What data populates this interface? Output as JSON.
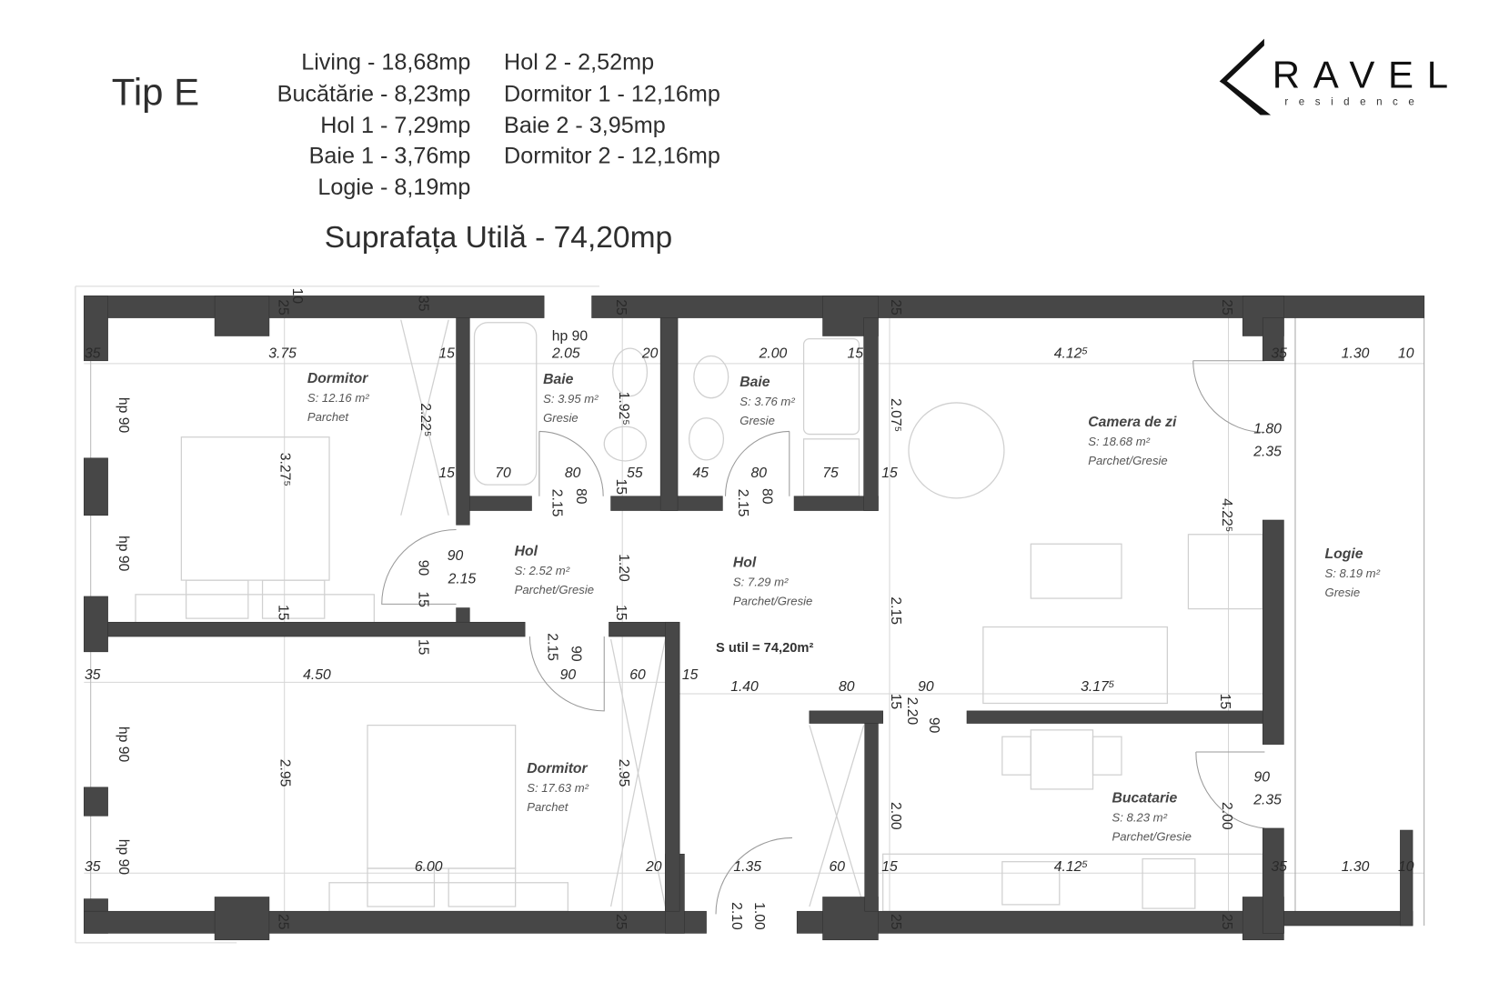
{
  "header": {
    "type_label": "Tip E",
    "areas_left": [
      "Living - 18,68mp",
      "Bucătărie - 8,23mp",
      "Hol 1 - 7,29mp",
      "Baie 1 - 3,76mp",
      "Logie - 8,19mp"
    ],
    "areas_right": [
      "Hol 2 - 2,52mp",
      "Dormitor 1 - 12,16mp",
      "Baie 2 - 3,95mp",
      "Dormitor 2 - 12,16mp"
    ],
    "total": "Suprafața Utilă - 74,20mp"
  },
  "logo": {
    "brand": "RAVEL",
    "tagline": "residence",
    "letter_shape": "chevron-left"
  },
  "colors": {
    "wall": "#474747",
    "text": "#2e2e2e",
    "lines": "#d6d6d6"
  },
  "plan": {
    "total_label": "S util = 74,20m²",
    "rooms": [
      {
        "name": "Dormitor",
        "area": "S: 12.16 m²",
        "floor": "Parchet"
      },
      {
        "name": "Baie",
        "area": "S: 3.95 m²",
        "floor": "Gresie"
      },
      {
        "name": "Baie",
        "area": "S: 3.76 m²",
        "floor": "Gresie"
      },
      {
        "name": "Camera de zi",
        "area": "S: 18.68 m²",
        "floor": "Parchet/Gresie"
      },
      {
        "name": "Hol",
        "area": "S: 2.52 m²",
        "floor": "Parchet/Gresie"
      },
      {
        "name": "Hol",
        "area": "S: 7.29 m²",
        "floor": "Parchet/Gresie"
      },
      {
        "name": "Logie",
        "area": "S: 8.19 m²",
        "floor": "Gresie"
      },
      {
        "name": "Dormitor",
        "area": "S: 17.63 m²",
        "floor": "Parchet"
      },
      {
        "name": "Bucatarie",
        "area": "S: 8.23 m²",
        "floor": "Parchet/Gresie"
      }
    ],
    "dims": [
      "35",
      "3.75",
      "15",
      "2.05",
      "20",
      "2.00",
      "15",
      "4.12⁵",
      "35",
      "1.30",
      "10",
      "hp 90",
      "15",
      "70",
      "80",
      "55",
      "45",
      "80",
      "75",
      "15",
      "90",
      "2.15",
      "1.80",
      "2.35",
      "35",
      "4.50",
      "90",
      "60",
      "15",
      "1.40",
      "80",
      "90",
      "3.17⁵",
      "90",
      "2.35",
      "35",
      "6.00",
      "20",
      "1.35",
      "60",
      "15",
      "4.12⁵",
      "35",
      "1.30",
      "10",
      "hp 90",
      "hp 90",
      "3.27⁵",
      "2.22⁵",
      "1.92⁵",
      "2.07⁵",
      "2.15",
      "80",
      "15",
      "2.15",
      "80",
      "90",
      "15",
      "1.20",
      "15",
      "15",
      "15",
      "2.15",
      "90",
      "2.15",
      "4.22⁵",
      "2.95",
      "2.95",
      "hp 90",
      "hp 90",
      "15",
      "2.20",
      "90",
      "15",
      "2.00",
      "2.00",
      "2.10",
      "1.00",
      "10",
      "25",
      "35",
      "25",
      "25",
      "25",
      "25",
      "25",
      "25",
      "25"
    ]
  }
}
